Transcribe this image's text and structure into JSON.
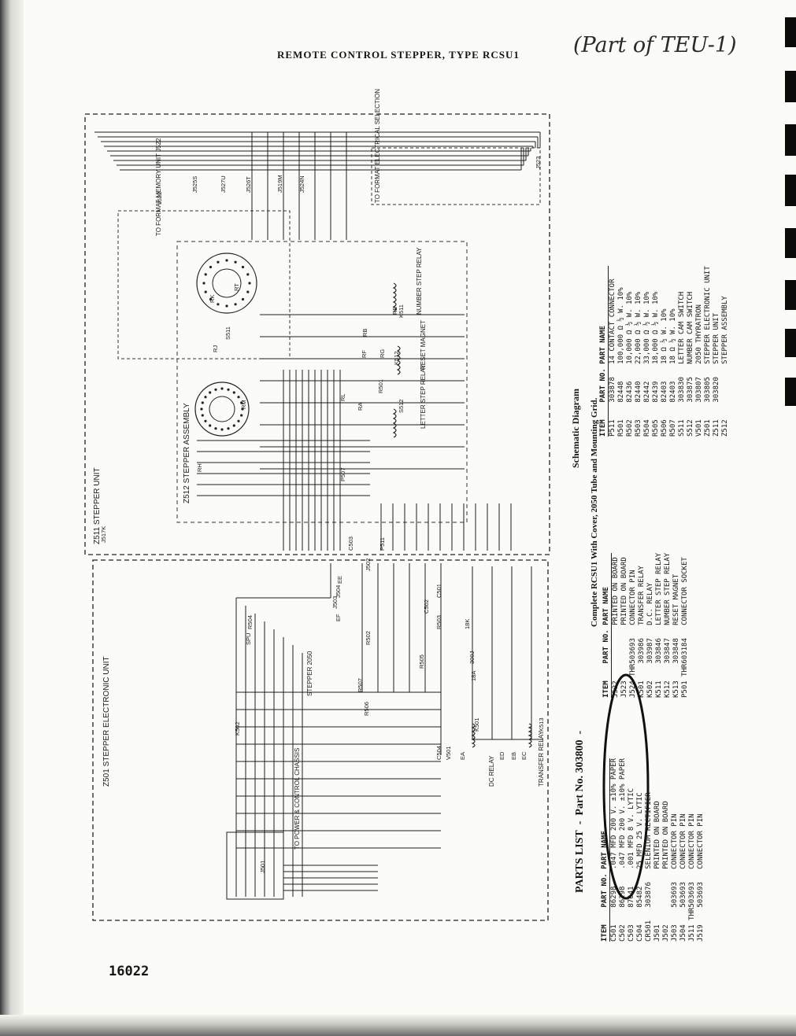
{
  "header": {
    "title": "REMOTE CONTROL STEPPER, TYPE RCSU1",
    "handwritten_note": "(Part of TEU-1)"
  },
  "page_number": "16022",
  "diagram": {
    "title": "Schematic Diagram",
    "subtitle": "Complete RCSU1 With Cover, 2050 Tube and Mounting Grid.",
    "part_line": "PARTS LIST  -  Part No. 303800  -",
    "blocks": {
      "stepper_unit": "Z511 STEPPER UNIT",
      "electronic_unit": "Z501 STEPPER ELECTRONIC UNIT",
      "stepper_assembly": "Z512 STEPPER ASSEMBLY",
      "memory": "TO FORMAT MEMORY UNIT J522",
      "selection": "TO FORMAT ELECTRICAL SELECTION",
      "number_step_relay": "NUMBER STEP RELAY",
      "step_relay": "LETTER STEP RELAY",
      "reset_magnet": "RESET MAGNET",
      "dc_relay": "DC RELAY",
      "transfer_relay": "TRANSFER RELAY",
      "power": "TO POWER & CONTROL CHASSIS",
      "stepper_tube": "STEPPER 2050"
    },
    "labels": [
      "J523",
      "J522",
      "J525S",
      "J527U",
      "J526T",
      "J519M",
      "J524N",
      "J517K",
      "J501",
      "J502",
      "J503",
      "J504",
      "P511",
      "P507",
      "RK",
      "RT",
      "RL",
      "RM",
      "RJ",
      "RA",
      "RB",
      "RE",
      "RF",
      "RG",
      "RH",
      "S511",
      "S512",
      "K511",
      "K512",
      "K513",
      "K501",
      "K502",
      "R501",
      "R502",
      "R503",
      "R504",
      "R505",
      "R506",
      "R507",
      "C501",
      "C502",
      "C503",
      "C504",
      "V501",
      "EA",
      "EB",
      "EC",
      "ED",
      "EE",
      "EF",
      "SPU",
      "18K",
      "300J",
      "18A"
    ]
  },
  "parts_list_left": {
    "headers": [
      "ITEM",
      "PART NO.",
      "PART NAME"
    ],
    "rows": [
      [
        "C501",
        "86298",
        ".047 MFD 200 V. ±10% PAPER"
      ],
      [
        "C502",
        "86298",
        ".047 MFD 200 V. ±10% PAPER"
      ],
      [
        "C503",
        "87641",
        ".001 MFD 8 V. LYTIC"
      ],
      [
        "C504",
        "85482",
        "25 MFD 25 V. LYTIC"
      ],
      [
        "CR501",
        "303876",
        "SELENIUM RECTIFIER"
      ],
      [
        "J501",
        "",
        "PRINTED ON BOARD"
      ],
      [
        "J502",
        "",
        "PRINTED ON BOARD"
      ],
      [
        "J503",
        "503693",
        "CONNECTOR PIN"
      ],
      [
        "J504",
        "503693",
        "CONNECTOR PIN"
      ],
      [
        "J511 THRU J517",
        "503693",
        "CONNECTOR PIN"
      ],
      [
        "J519",
        "503693",
        "CONNECTOR PIN"
      ]
    ]
  },
  "parts_list_mid": {
    "headers": [
      "ITEM",
      "PART NO.",
      "PART NAME"
    ],
    "rows": [
      [
        "J522",
        "",
        "PRINTED ON BOARD"
      ],
      [
        "J523",
        "",
        "PRINTED ON BOARD"
      ],
      [
        "J524 THRU J527",
        "503693",
        "CONNECTOR PIN"
      ],
      [
        "K501",
        "303986",
        "TRANSFER RELAY"
      ],
      [
        "K502",
        "303987",
        "D.C. RELAY"
      ],
      [
        "K511",
        "303846",
        "LETTER STEP RELAY"
      ],
      [
        "K512",
        "303847",
        "NUMBER STEP RELAY"
      ],
      [
        "K513",
        "303848",
        "RESET MAGNET"
      ],
      [
        "P501 THRU P507",
        "603184",
        "CONNECTOR SOCKET"
      ]
    ]
  },
  "parts_list_right": {
    "headers": [
      "ITEM",
      "PART NO.",
      "PART NAME"
    ],
    "rows": [
      [
        "P511",
        "303878",
        "14 CONTACT CONNECTOR"
      ],
      [
        "R501",
        "82448",
        "100,000 Ω ½ W. 10%"
      ],
      [
        "R502",
        "82436",
        "10,000 Ω ½ W. 10%"
      ],
      [
        "R503",
        "82440",
        "22,000 Ω ½ W. 10%"
      ],
      [
        "R504",
        "82442",
        "33,000 Ω ½ W. 10%"
      ],
      [
        "R505",
        "82439",
        "18,000 Ω ½ W. 10%"
      ],
      [
        "R506",
        "82403",
        "18 Ω ½ W. 10%"
      ],
      [
        "R507",
        "82403",
        "18 Ω ½ W. 10%"
      ],
      [
        "S511",
        "303830",
        "LETTER CAM SWITCH"
      ],
      [
        "S512",
        "303875",
        "NUMBER CAM SWITCH"
      ],
      [
        "V501",
        "303807",
        "2050 THYRATRON"
      ],
      [
        "Z501",
        "303805",
        "STEPPER ELECTRONIC UNIT"
      ],
      [
        "Z511",
        "303820",
        "STEPPER UNIT"
      ],
      [
        "Z512",
        "",
        "STEPPER ASSEMBLY"
      ]
    ]
  }
}
